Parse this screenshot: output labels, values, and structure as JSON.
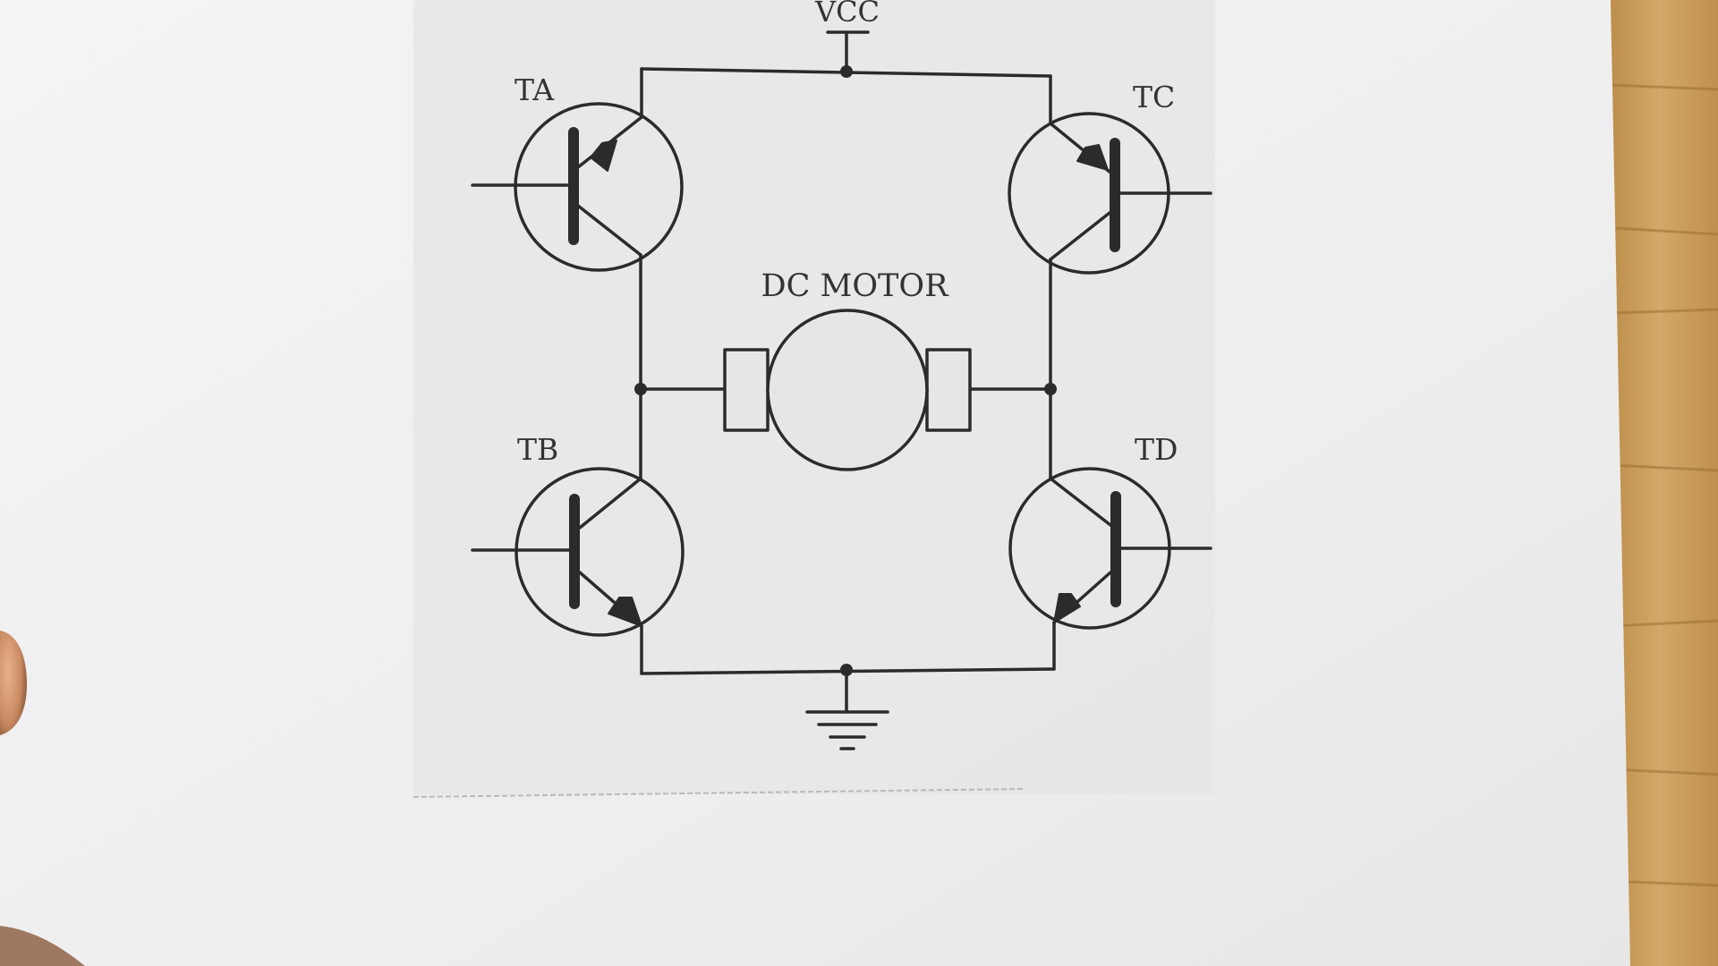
{
  "diagram": {
    "supply_label": "VCC",
    "motor_label": "DC MOTOR",
    "transistors": [
      {
        "id": "ta",
        "label": "TA"
      },
      {
        "id": "tc",
        "label": "TC"
      },
      {
        "id": "tb",
        "label": "TB"
      },
      {
        "id": "td",
        "label": "TD"
      }
    ]
  },
  "colors": {
    "paper": "#f1f1f3",
    "print_area": "#e6e6e6",
    "ink": "#2b2b2b",
    "wood": "#c99a55"
  }
}
